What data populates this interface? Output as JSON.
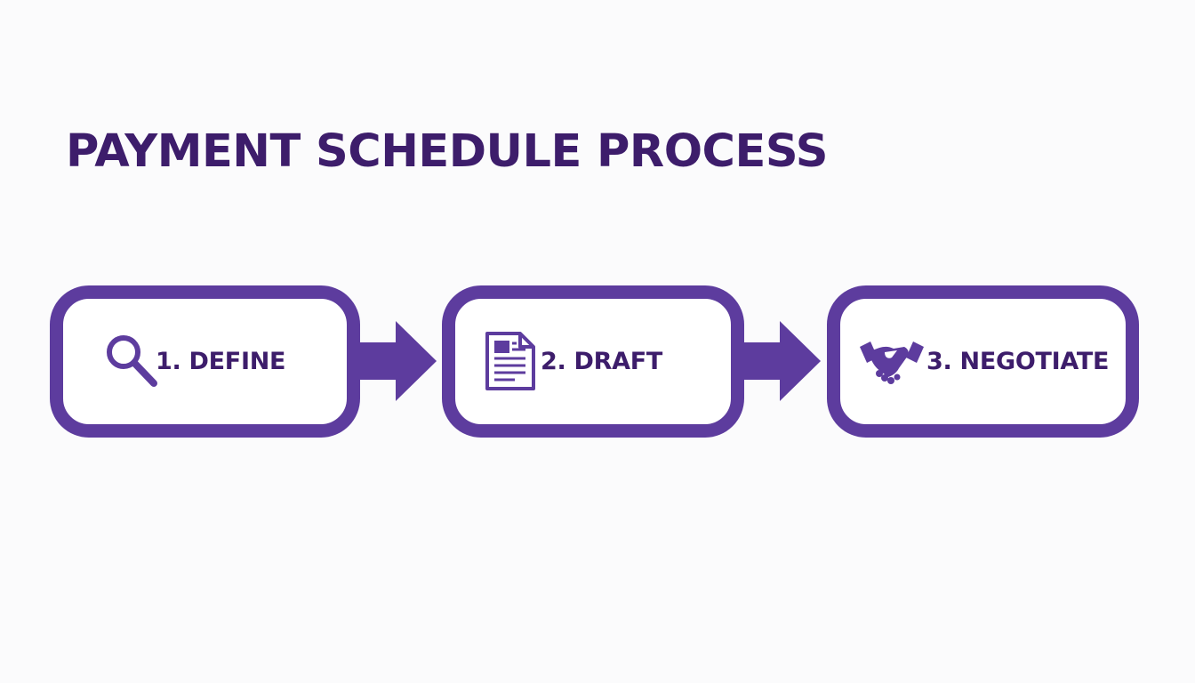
{
  "title": "PAYMENT SCHEDULE PROCESS",
  "colors": {
    "title": "#3d1d6b",
    "accent": "#5d3c9e",
    "background": "#fbfbfc"
  },
  "steps": [
    {
      "label": "1. DEFINE",
      "icon": "magnifying-glass-icon"
    },
    {
      "label": "2. DRAFT",
      "icon": "document-icon"
    },
    {
      "label": "3. NEGOTIATE",
      "icon": "handshake-icon"
    }
  ]
}
